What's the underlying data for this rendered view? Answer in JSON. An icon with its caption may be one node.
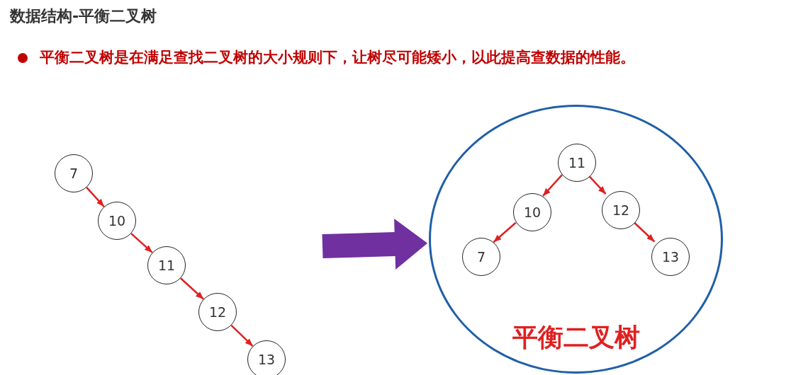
{
  "diagram": {
    "title": "数据结构-平衡二叉树",
    "nodes": [
      {
        "text": [
          "7"
        ]
      },
      {
        "text": [
          "10"
        ]
      },
      {
        "text": [
          "11"
        ]
      },
      {
        "text": [
          "12"
        ]
      },
      {
        "text": [
          "13"
        ]
      },
      {
        "text": [
          "平衡二叉树"
        ]
      },
      {
        "text": [
          "11"
        ],
        "in": 5
      },
      {
        "text": [
          "10"
        ],
        "in": 5
      },
      {
        "text": [
          "12"
        ],
        "in": 5
      },
      {
        "text": [
          "7"
        ],
        "in": 5
      },
      {
        "text": [
          "13"
        ],
        "in": 5
      }
    ],
    "edges": [
      {
        "from": 0,
        "to": 1,
        "arrow": "to"
      },
      {
        "from": 1,
        "to": 2,
        "arrow": "to"
      },
      {
        "from": 2,
        "to": 3,
        "arrow": "to"
      },
      {
        "from": 3,
        "to": 4,
        "arrow": "to"
      },
      {
        "from": null,
        "to": 5,
        "arrow": "to",
        "style": "thick",
        "color": "#7030a0"
      },
      {
        "from": 6,
        "to": 7,
        "arrow": "to"
      },
      {
        "from": 6,
        "to": 8,
        "arrow": "to"
      },
      {
        "from": 7,
        "to": 9,
        "arrow": "to"
      },
      {
        "from": 8,
        "to": 10,
        "arrow": "to"
      }
    ],
    "labels": [
      "平衡二叉树是在满足查找二叉树的大小规则下，让树尽可能矮小，以此提高查数据的性能。"
    ]
  }
}
